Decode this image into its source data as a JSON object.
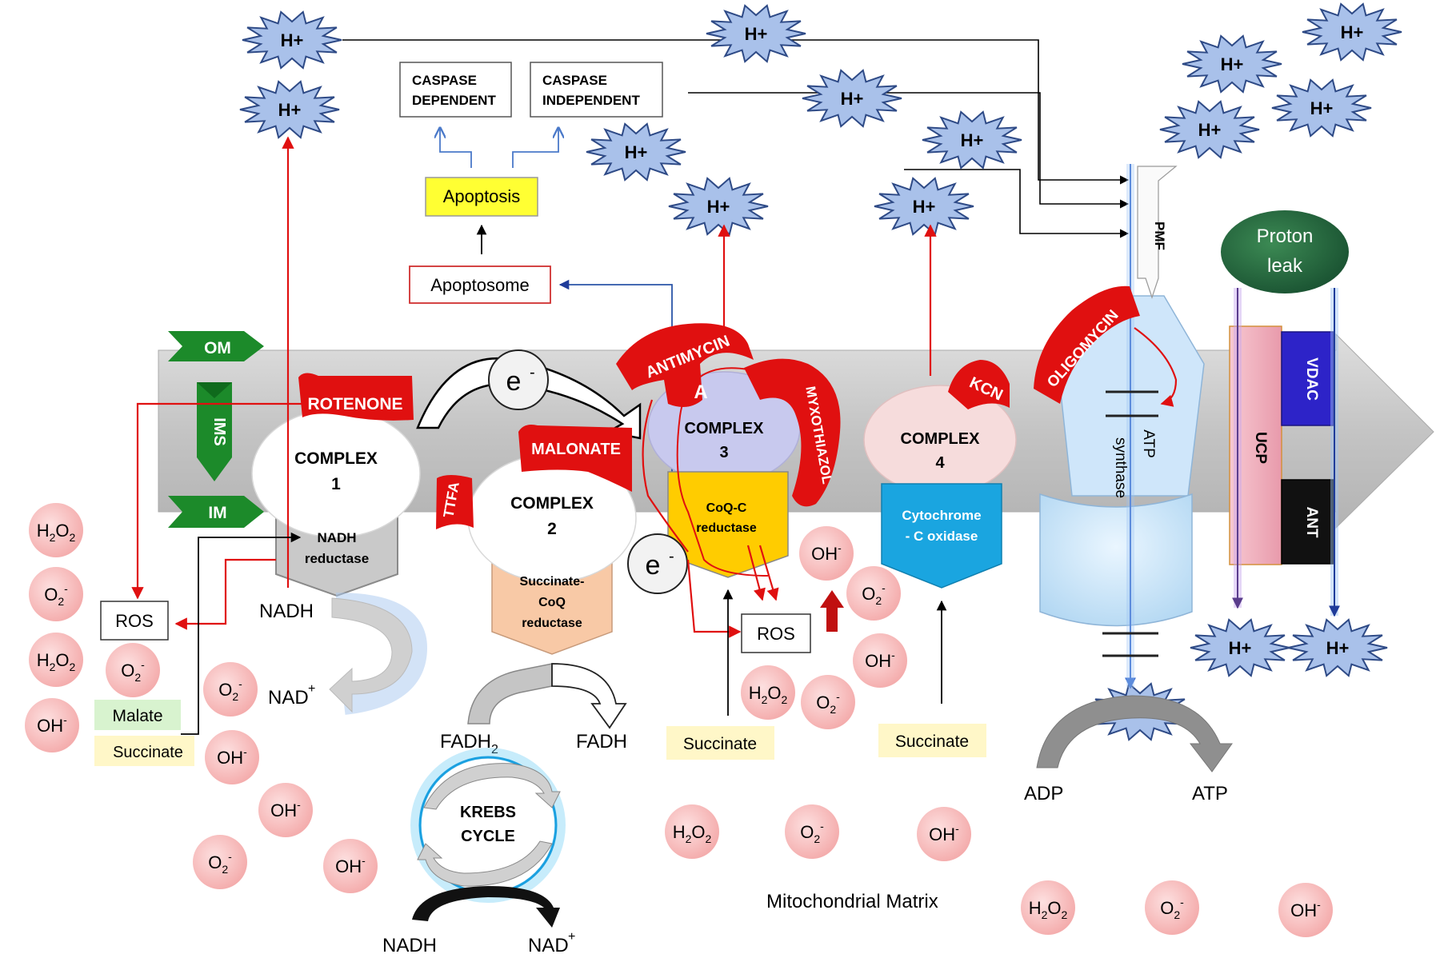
{
  "colors": {
    "proton_fill": "#a9c1ea",
    "proton_stroke": "#2e4a86",
    "inhibitor_red": "#e01010",
    "ros_circle": "#f6b9b9",
    "membrane_gray": "#c8c8c8",
    "green_label": "#1c8a2a",
    "apoptosis_yellow": "#ffff33",
    "succinate_bg": "#fff7c8",
    "malate_bg": "#d8f3cf",
    "cytochrome_blue": "#1aa5e0",
    "coq_yellow": "#ffcc00",
    "succinate_coq": "#f8c9a6",
    "vdac_blue": "#2d23c8",
    "ant_black": "#111111",
    "ucp_pink": "#f2b7c2",
    "proton_leak_green": "#1f6b3a"
  },
  "proton_label": "H+",
  "membranes": {
    "om": "OM",
    "ims": "IMS",
    "im": "IM"
  },
  "apoptosis": {
    "caspase_dependent": [
      "CASPASE",
      "DEPENDENT"
    ],
    "caspase_independent": [
      "CASPASE",
      "INDEPENDENT"
    ],
    "apoptosis": "Apoptosis",
    "apoptosome": "Apoptosome"
  },
  "electron": "e",
  "electron_sup": "-",
  "inhibitors": {
    "rotenone": "ROTENONE",
    "malonate": "MALONATE",
    "ttfa": "TTFA",
    "antimycin": "ANTIMYCIN",
    "antimycin_a": "A",
    "myxothiazol": "MYXOTHIAZOL",
    "kcn": "KCN",
    "oligomycin": "OLIGOMYCIN"
  },
  "complexes": {
    "c1": {
      "name": "COMPLEX",
      "num": "1",
      "enzyme": [
        "NADH",
        "reductase"
      ]
    },
    "c2": {
      "name": "COMPLEX",
      "num": "2",
      "enzyme": [
        "Succinate-",
        "CoQ",
        "reductase"
      ]
    },
    "c3": {
      "name": "COMPLEX",
      "num": "3",
      "enzyme": [
        "CoQ-C",
        "reductase"
      ]
    },
    "c4": {
      "name": "COMPLEX",
      "num": "4",
      "enzyme": [
        "Cytochrome",
        "- C oxidase"
      ]
    }
  },
  "atp_synthase": [
    "ATP",
    "synthase"
  ],
  "pmf": "PMF",
  "proton_leak": [
    "Proton",
    "leak"
  ],
  "ucp": "UCP",
  "vdac": "VDAC",
  "ant": "ANT",
  "ros": "ROS",
  "substrates": {
    "nadh": "NADH",
    "nad": "NAD",
    "plus": "+",
    "fadh2_main": "FADH",
    "fadh2_sub": "2",
    "fadh": "FADH",
    "malate": "Malate",
    "succinate": "Succinate",
    "adp": "ADP",
    "atp": "ATP"
  },
  "krebs": [
    "KREBS",
    "CYCLE"
  ],
  "matrix_label": "Mitochondrial Matrix",
  "species": {
    "h2o2_main": "H",
    "h2o2_sub": "2",
    "h2o2_o": "O",
    "h2o2_sub2": "2",
    "o2_main": "O",
    "o2_sub": "2",
    "o2_sup": "-",
    "oh_main": "OH",
    "oh_sup": "-"
  }
}
